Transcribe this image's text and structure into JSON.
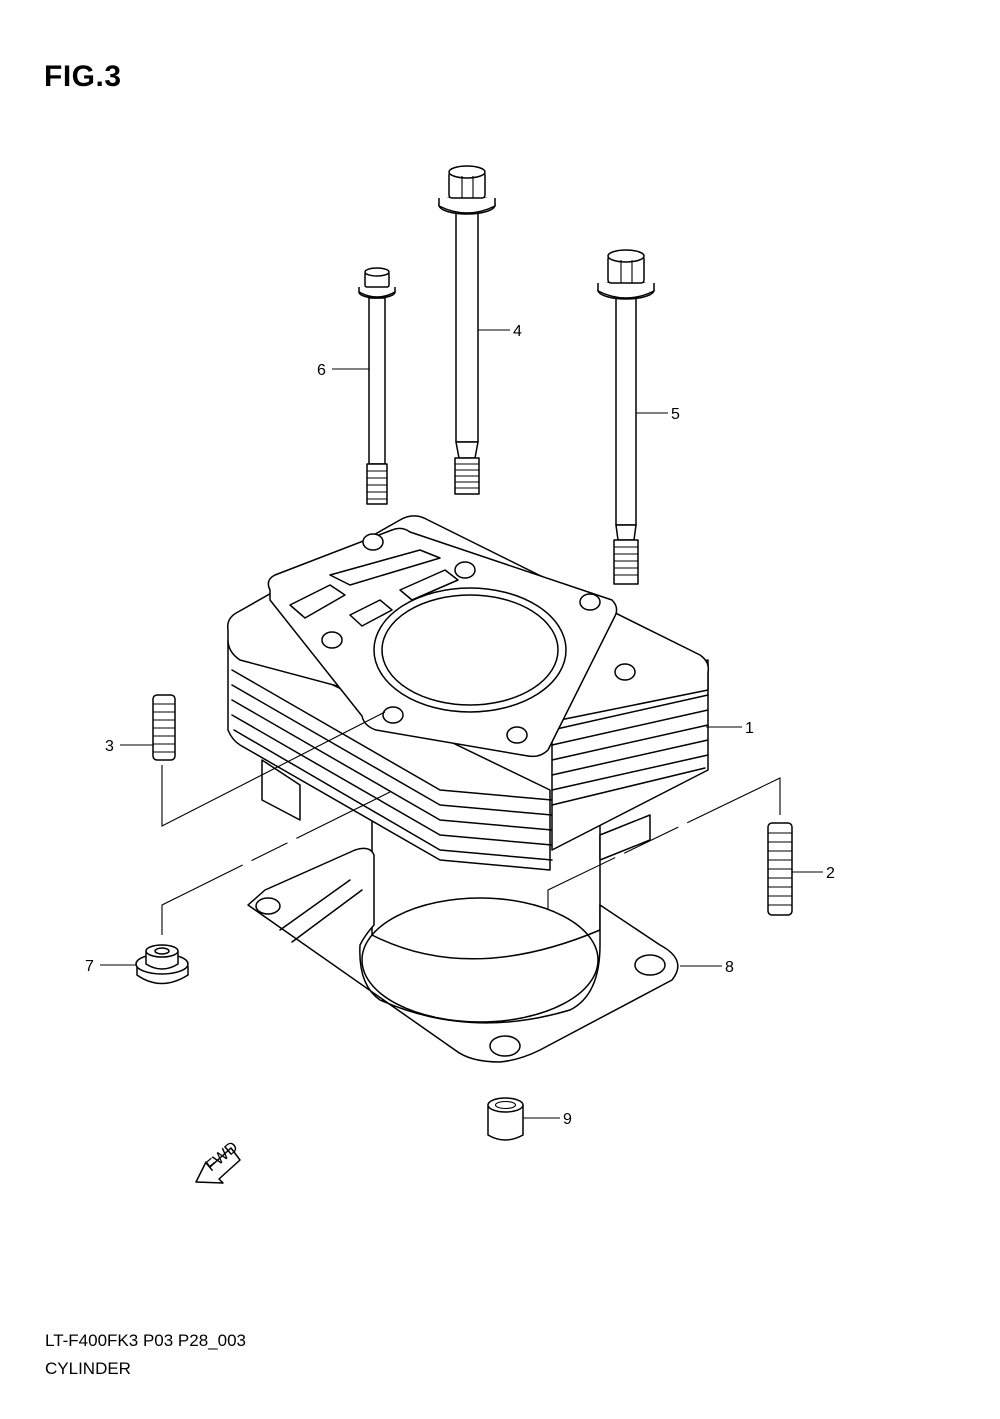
{
  "figure": {
    "title": "FIG.3"
  },
  "footer": {
    "code": "LT-F400FK3 P03 P28_003",
    "caption": "CYLINDER"
  },
  "fwd_arrow": {
    "label": "FWD"
  },
  "parts": [
    {
      "number": "1",
      "part": "cylinder"
    },
    {
      "number": "2",
      "part": "stud"
    },
    {
      "number": "3",
      "part": "stud"
    },
    {
      "number": "4",
      "part": "bolt"
    },
    {
      "number": "5",
      "part": "bolt"
    },
    {
      "number": "6",
      "part": "bolt"
    },
    {
      "number": "7",
      "part": "nut"
    },
    {
      "number": "8",
      "part": "gasket"
    },
    {
      "number": "9",
      "part": "dowel-pin"
    }
  ]
}
